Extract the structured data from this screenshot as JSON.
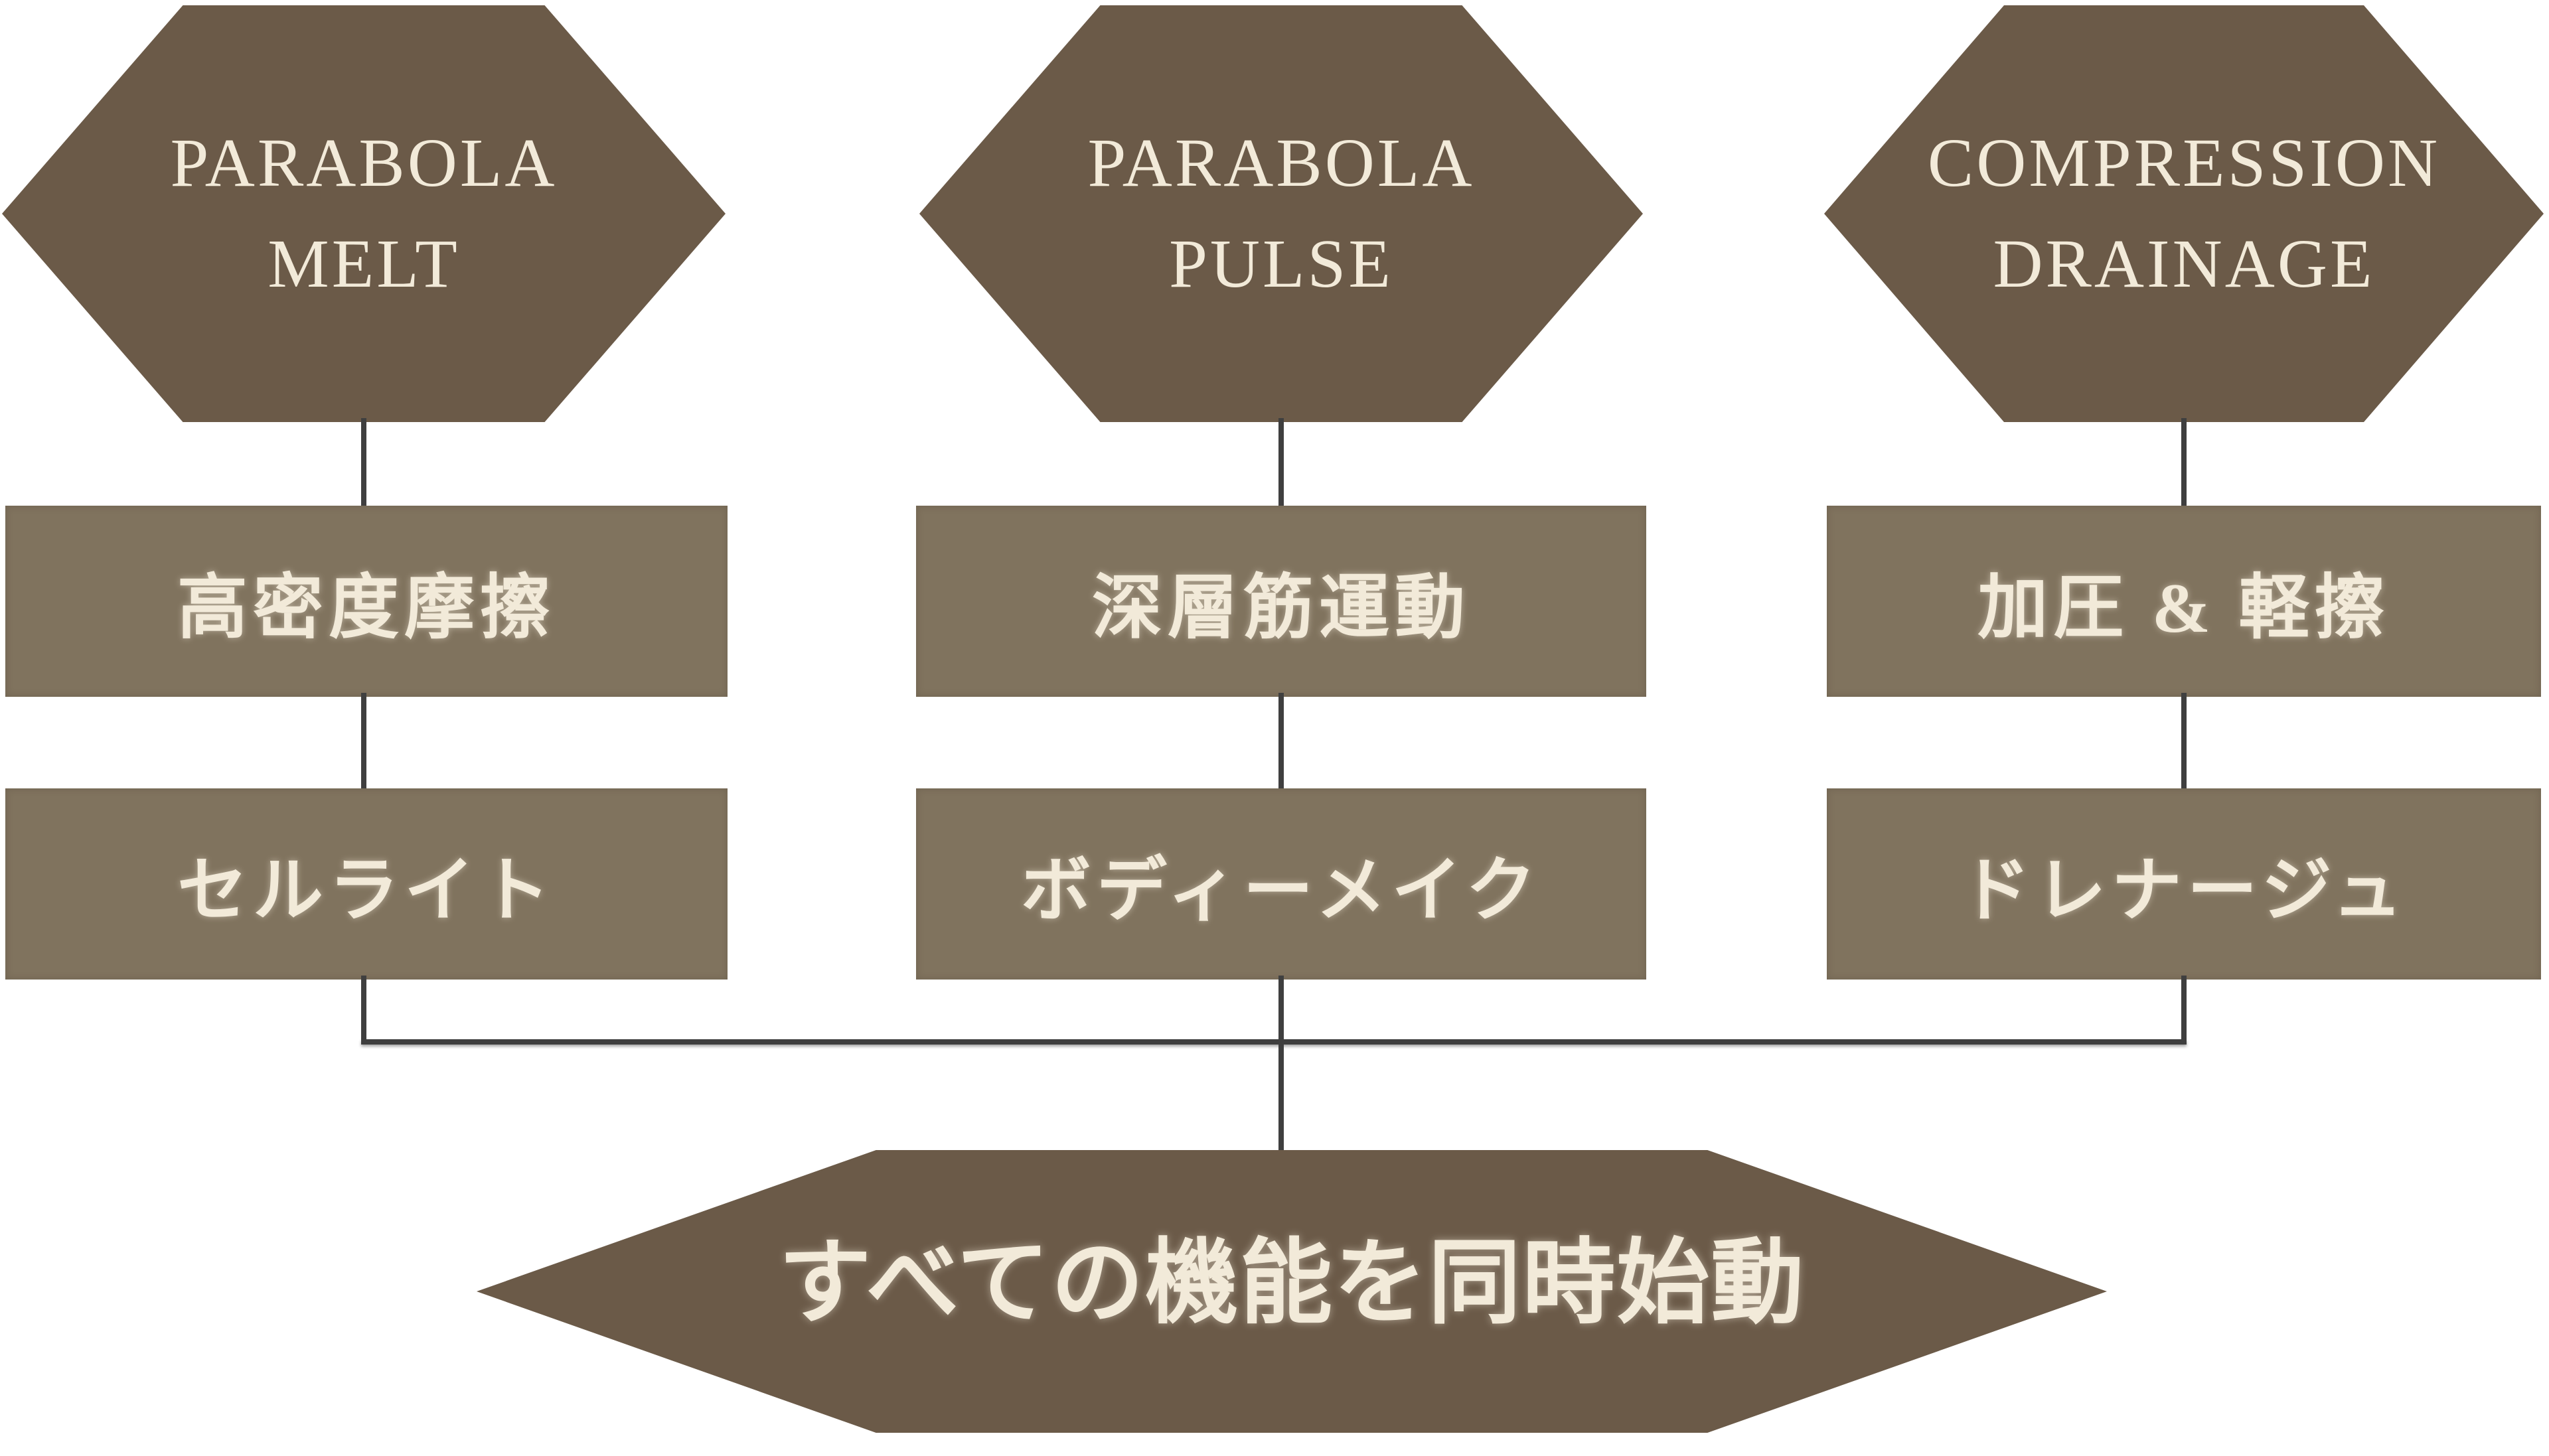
{
  "colors": {
    "background": "#ffffff",
    "hexagon": "#6b5a48",
    "box": "#80735e",
    "text": "#f2ead9",
    "line": "#3f3f3f"
  },
  "diagram": {
    "columns": [
      {
        "mode_line1": "PARABOLA",
        "mode_line2": "MELT",
        "function_label": "高密度摩擦",
        "target_label": "セルライト"
      },
      {
        "mode_line1": "PARABOLA",
        "mode_line2": "PULSE",
        "function_label": "深層筋運動",
        "target_label": "ボディーメイク"
      },
      {
        "mode_line1": "COMPRESSION",
        "mode_line2": "DRAINAGE",
        "function_label": "加圧 & 軽擦",
        "target_label": "ドレナージュ"
      }
    ],
    "conclusion_label": "すべての機能を同時始動"
  }
}
